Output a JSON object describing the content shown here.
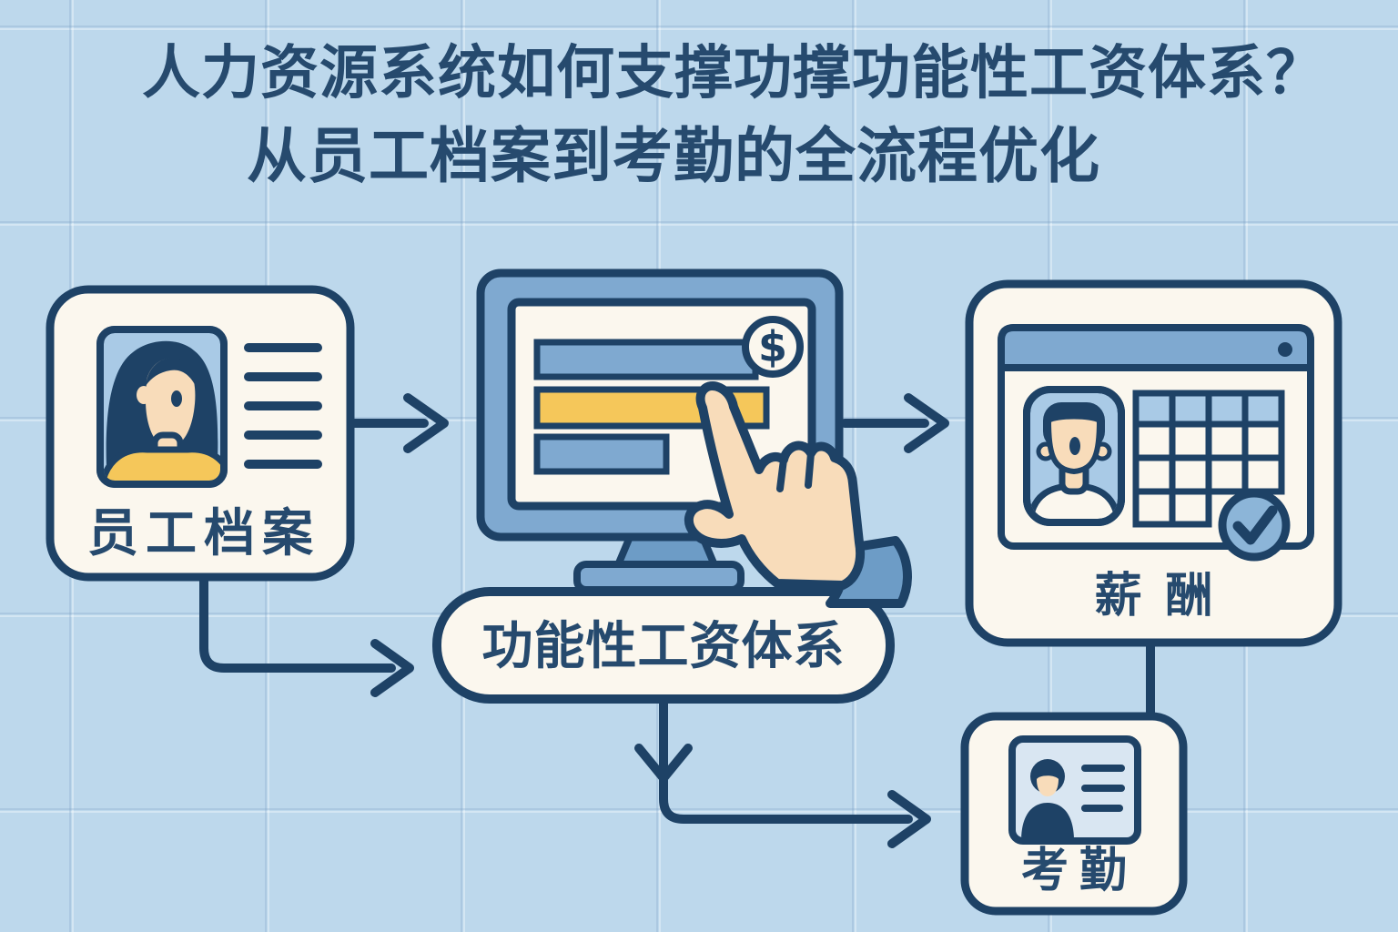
{
  "title": {
    "line1": "人力资源系统如何支撑功撑功能性工资体系？",
    "line2": "从员工档案到考勤的全流程优化"
  },
  "nodes": {
    "employee_profile": {
      "label": "员工档案"
    },
    "salary_system": {
      "label": "功能性工资体系"
    },
    "payroll": {
      "label": "薪酬"
    },
    "attendance": {
      "label": "考勤"
    }
  },
  "icons": {
    "dollar_symbol": "$",
    "names": [
      "woman-avatar-icon",
      "profile-lines-icon",
      "monitor-icon",
      "dollar-coin-icon",
      "pointing-hand-icon",
      "browser-window-icon",
      "man-avatar-icon",
      "calendar-grid-icon",
      "check-badge-icon",
      "id-card-icon",
      "arrow-right-icon",
      "arrow-down-icon"
    ]
  },
  "colors": {
    "background": "#bdd8ec",
    "navy_outline": "#1e4266",
    "text_navy": "#264a6e",
    "card_cream": "#fbf7ee",
    "frame_blue": "#7fa9d0",
    "light_blue": "#a9cae6",
    "pale_blue": "#d9e6f2",
    "accent_yellow": "#f5c75a",
    "skin": "#f8dcba",
    "badge_blue": "#8cb5d8",
    "cuff_blue": "#6d9cc6"
  }
}
